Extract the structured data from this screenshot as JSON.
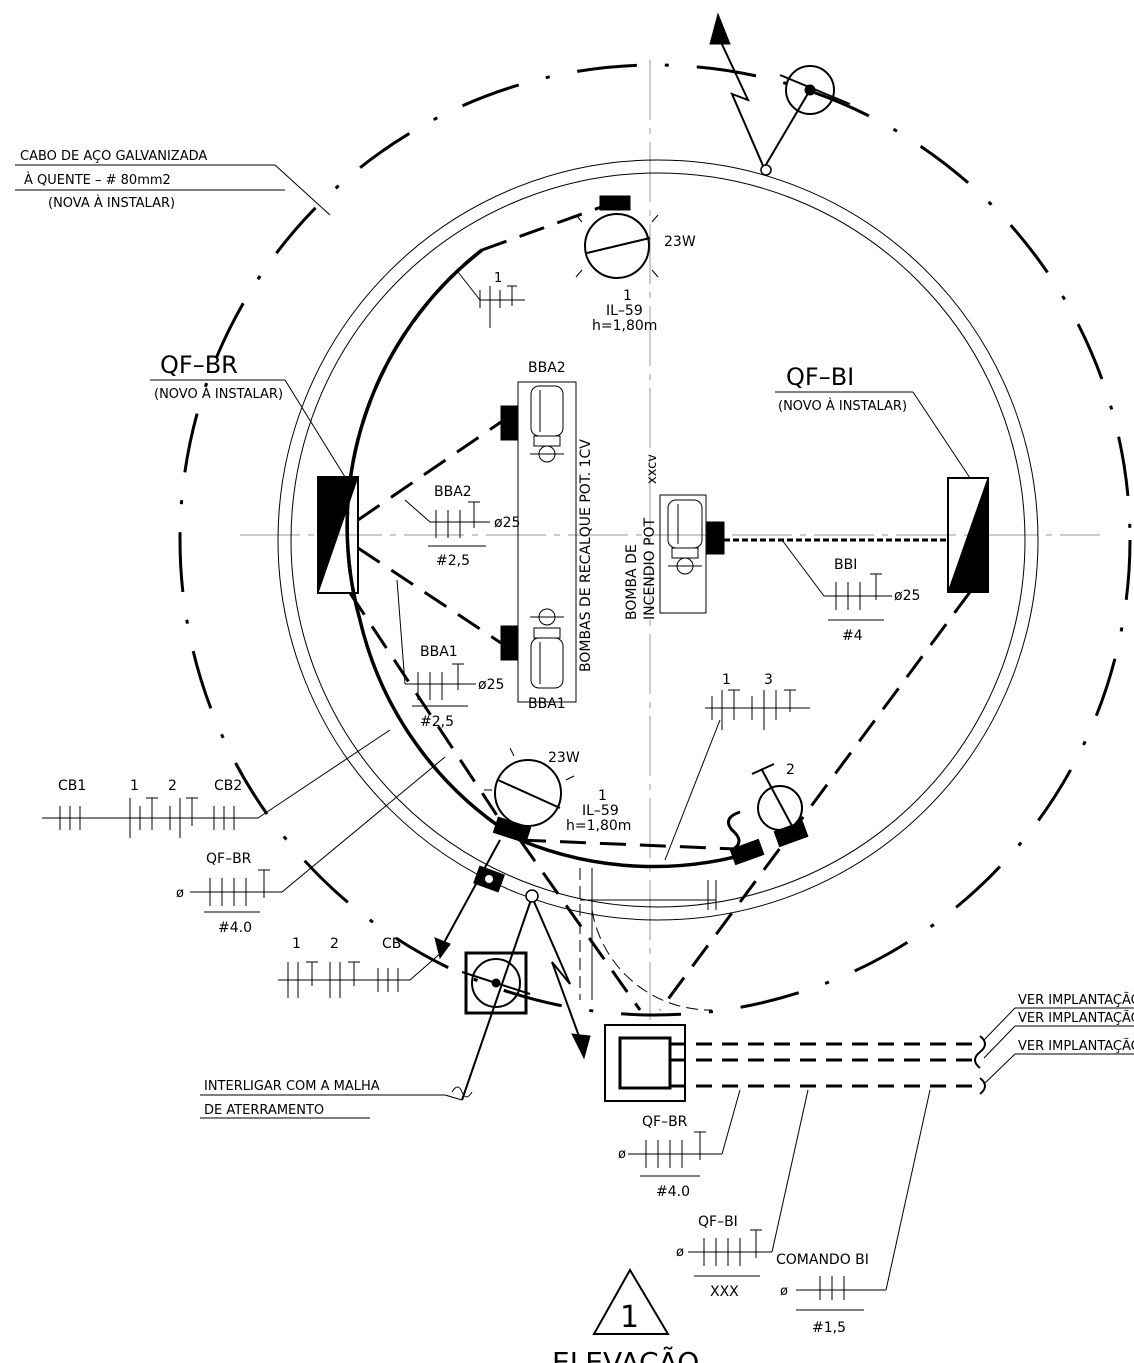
{
  "labels": {
    "cable_line1": "CABO   DE AÇO GALVANIZADA",
    "cable_line2": "À QUENTE  –  # 80mm2",
    "cable_line3": "(NOVA À INSTALAR)",
    "qfbr_tag": "QF–BR",
    "qfbr_note": "(NOVO À INSTALAR)",
    "qfbi_tag": "QF–BI",
    "qfbi_note": "(NOVO À INSTALAR)",
    "lamp_top_power": "23W",
    "lamp_top_circuit": "1",
    "lamp_top_type": "IL–59",
    "lamp_top_height": "h=1,80m",
    "lamp_bottom_power": "23W",
    "lamp_bottom_circuit": "1",
    "lamp_bottom_type": "IL–59",
    "lamp_bottom_height": "h=1,80m",
    "pump_top": "BBA2",
    "pump_bottom": "BBA1",
    "pumps_recalque": "BOMBAS DE RECALQUE POT. 1CV",
    "bomba_incendio_1": "BOMBA DE",
    "bomba_incendio_2": "INCENDIO POT",
    "bomba_incendio_pot": "xxcv",
    "wire_bba2_tag": "BBA2",
    "wire_bba2_dia": "ø25",
    "wire_bba2_sec": "#2,5",
    "wire_bba1_tag": "BBA1",
    "wire_bba1_dia": "ø25",
    "wire_bba1_sec": "#2,5",
    "wire_bbi_tag": "BBI",
    "wire_bbi_dia": "ø25",
    "wire_bbi_sec": "#4",
    "top_wire_1": "1",
    "right_wire_1": "1",
    "right_wire_3": "3",
    "outlet_circuit": "2",
    "cb1": "CB1",
    "cb_1": "1",
    "cb_2": "2",
    "cb2": "CB2",
    "qfbr_feed_tag": "QF–BR",
    "qfbr_feed_dia": "ø",
    "qfbr_feed_sec": "#4.0",
    "cb_left_1": "1",
    "cb_left_2": "2",
    "cb_left_cb": "CB",
    "interligar_1": "INTERLIGAR COM A MALHA",
    "interligar_2": "DE ATERRAMENTO",
    "ver_1": "VER  IMPLANTAÇÃO",
    "ver_2": "VER  IMPLANTAÇÃO",
    "ver_3": "VER  IMPLANTAÇÃO",
    "bottom_qfbr_tag": "QF–BR",
    "bottom_qfbr_dia": "ø",
    "bottom_qfbr_sec": "#4.0",
    "bottom_qfbi_tag": "QF–BI",
    "bottom_qfbi_dia": "ø",
    "bottom_qfbi_sec": "XXX",
    "comando_tag": "COMANDO  BI",
    "comando_dia": "ø",
    "comando_sec": "#1,5",
    "section_number": "1",
    "section_title": "ELEVAÇÃO"
  }
}
